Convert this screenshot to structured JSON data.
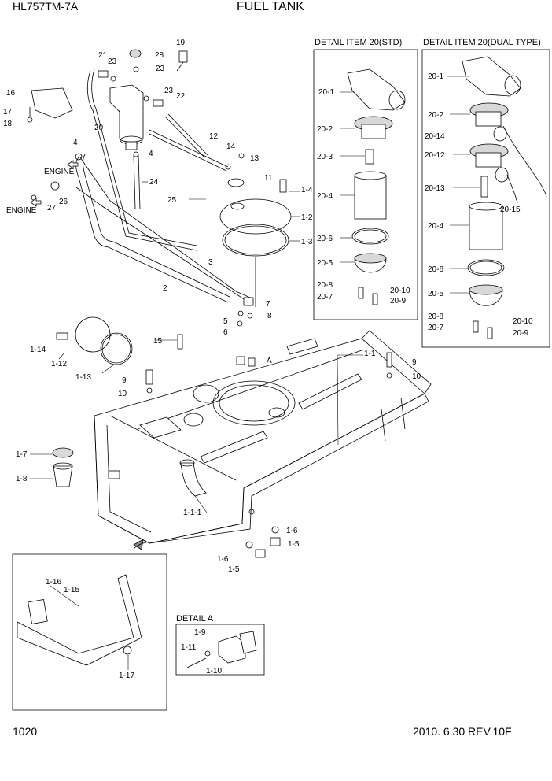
{
  "header": {
    "model": "HL757TM-7A",
    "title": "FUEL TANK"
  },
  "footer": {
    "page_number": "1020",
    "revision": "2010. 6.30  REV.10F"
  },
  "details": {
    "std_title": "DETAIL ITEM 20(STD)",
    "dual_title": "DETAIL ITEM 20(DUAL TYPE)",
    "a_title": "DETAIL A",
    "a_marker": "A"
  },
  "engine_labels": [
    "ENGINE",
    "ENGINE"
  ],
  "callouts": {
    "main": [
      "21",
      "23",
      "28",
      "19",
      "23",
      "16",
      "17",
      "18",
      "22",
      "23",
      "20",
      "4",
      "4",
      "12",
      "14",
      "13",
      "11",
      "24",
      "25",
      "ENGINE",
      "27",
      "26",
      "1-4",
      "1-2",
      "1-3",
      "3",
      "2",
      "7",
      "5",
      "8",
      "6",
      "1-14",
      "1-12",
      "1-13",
      "15",
      "9",
      "10",
      "1-1",
      "9",
      "10",
      "1-7",
      "1-8",
      "1-1-1",
      "1-6",
      "1-5",
      "1-6",
      "1-5"
    ],
    "inset": [
      "1-16",
      "1-15",
      "1-17"
    ],
    "detail_a": [
      "1-9",
      "1-11",
      "1-10"
    ],
    "std": [
      "20-1",
      "20-2",
      "20-3",
      "20-4",
      "20-6",
      "20-5",
      "20-8",
      "20-10",
      "20-7",
      "20-9"
    ],
    "dual": [
      "20-1",
      "20-2",
      "20-14",
      "20-12",
      "20-13",
      "20-15",
      "20-4",
      "20-6",
      "20-5",
      "20-8",
      "20-10",
      "20-7",
      "20-9"
    ]
  }
}
